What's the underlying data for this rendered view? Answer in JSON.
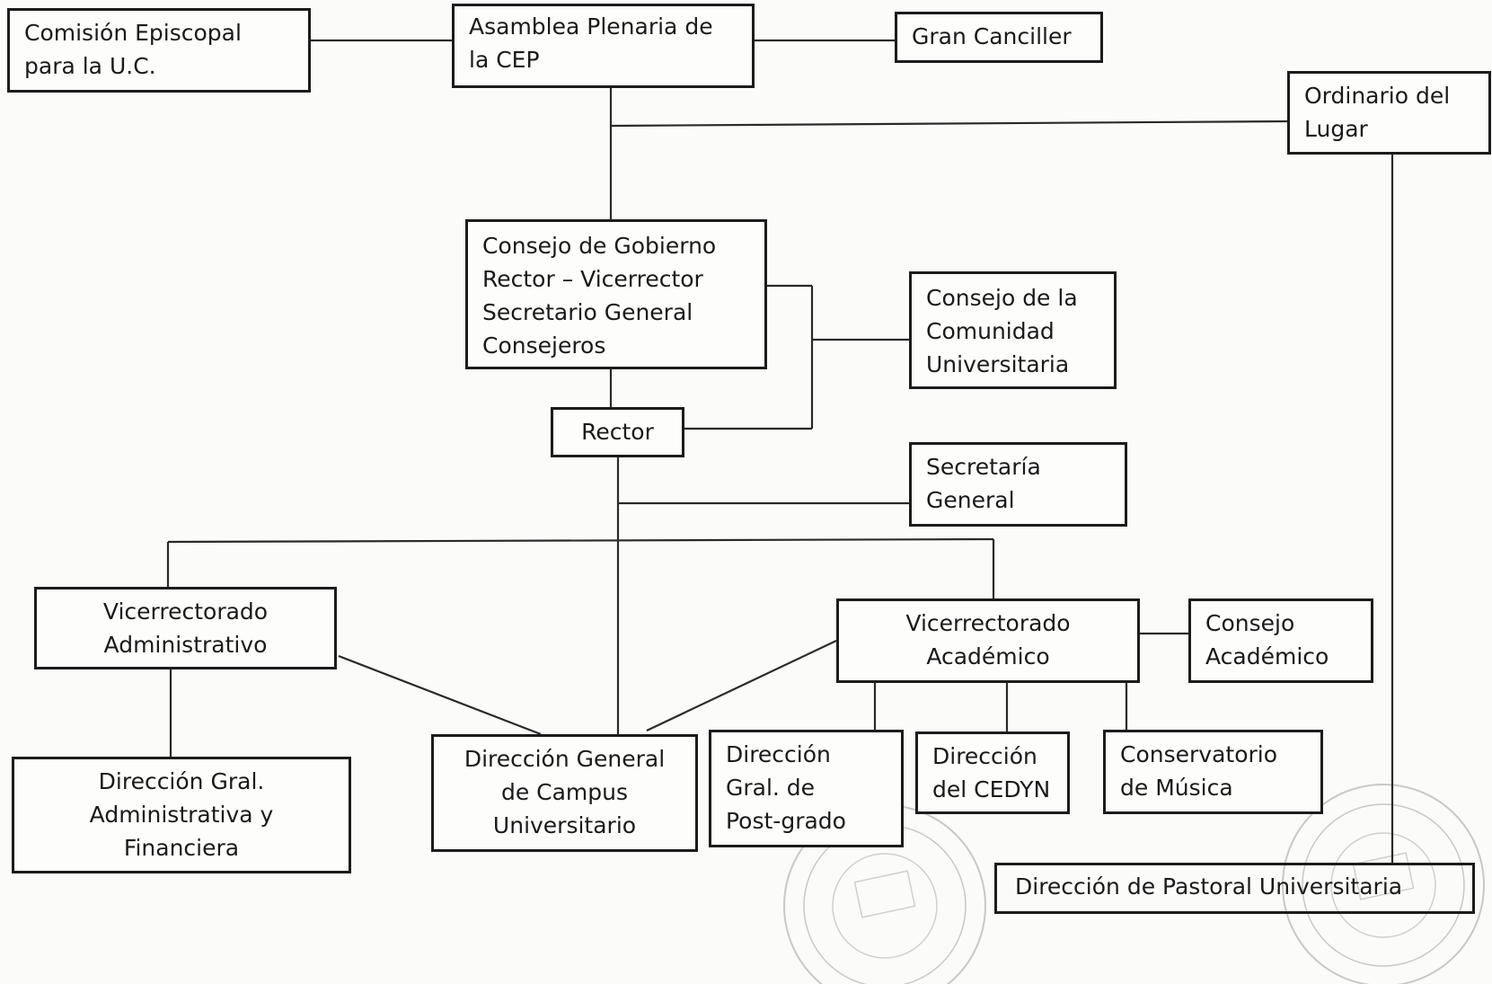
{
  "boxes": {
    "comision": "Comisión Episcopal\npara la U.C.",
    "asamblea": "Asamblea Plenaria de\nla CEP",
    "gran_canciller": "Gran Canciller",
    "ordinario": "Ordinario del\nLugar",
    "consejo_gobierno": "Consejo de Gobierno\nRector – Vicerrector\nSecretario General\nConsejeros",
    "consejo_comunidad": "Consejo de la\nComunidad\nUniversitaria",
    "rector": "Rector",
    "secretaria": "Secretaría\nGeneral",
    "vice_admin": "Vicerrectorado\nAdministrativo",
    "vice_acad": "Vicerrectorado\nAcadémico",
    "consejo_acad": "Consejo\nAcadémico",
    "dir_admin": "Dirección Gral.\nAdministrativa y\nFinanciera",
    "dir_campus": "Dirección General\nde Campus\nUniversitario",
    "dir_postgrado": "Dirección\nGral. de\nPost-grado",
    "dir_cedyn": "Dirección\ndel CEDYN",
    "conservatorio": "Conservatorio\nde Música",
    "pastoral": "Dirección de Pastoral Universitaria"
  }
}
